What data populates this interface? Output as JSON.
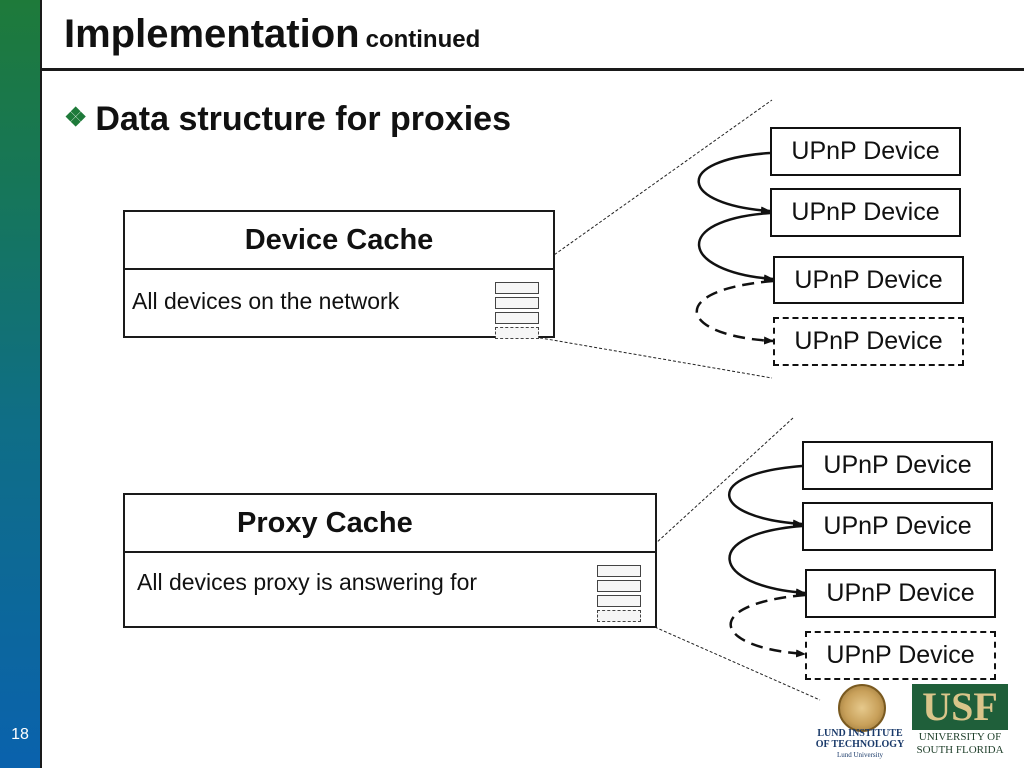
{
  "page_number": "18",
  "title": {
    "main": "Implementation",
    "sub": "continued"
  },
  "bullet": {
    "text": "Data structure for proxies"
  },
  "device_cache": {
    "heading": "Device Cache",
    "body": "All devices on the network",
    "upnp_devices": [
      {
        "label": "UPnP Device",
        "style": "solid"
      },
      {
        "label": "UPnP Device",
        "style": "solid"
      },
      {
        "label": "UPnP Device",
        "style": "solid"
      },
      {
        "label": "UPnP Device",
        "style": "dashed"
      }
    ]
  },
  "proxy_cache": {
    "heading": "Proxy Cache",
    "body": "All devices proxy is answering for",
    "upnp_devices": [
      {
        "label": "UPnP Device",
        "style": "solid"
      },
      {
        "label": "UPnP Device",
        "style": "solid"
      },
      {
        "label": "UPnP Device",
        "style": "solid"
      },
      {
        "label": "UPnP Device",
        "style": "dashed"
      }
    ]
  },
  "logos": {
    "lund": {
      "line1": "LUND INSTITUTE",
      "line2": "OF TECHNOLOGY",
      "line3": "Lund University"
    },
    "usf": {
      "mark": "USF",
      "line1": "UNIVERSITY OF",
      "line2": "SOUTH FLORIDA"
    }
  },
  "colors": {
    "sidebar_top": "#1e7a3a",
    "sidebar_bottom": "#0a62ad",
    "bullet_icon": "#1e7a3a",
    "usf_green": "#1f5f3a",
    "usf_gold": "#d9c58a"
  }
}
